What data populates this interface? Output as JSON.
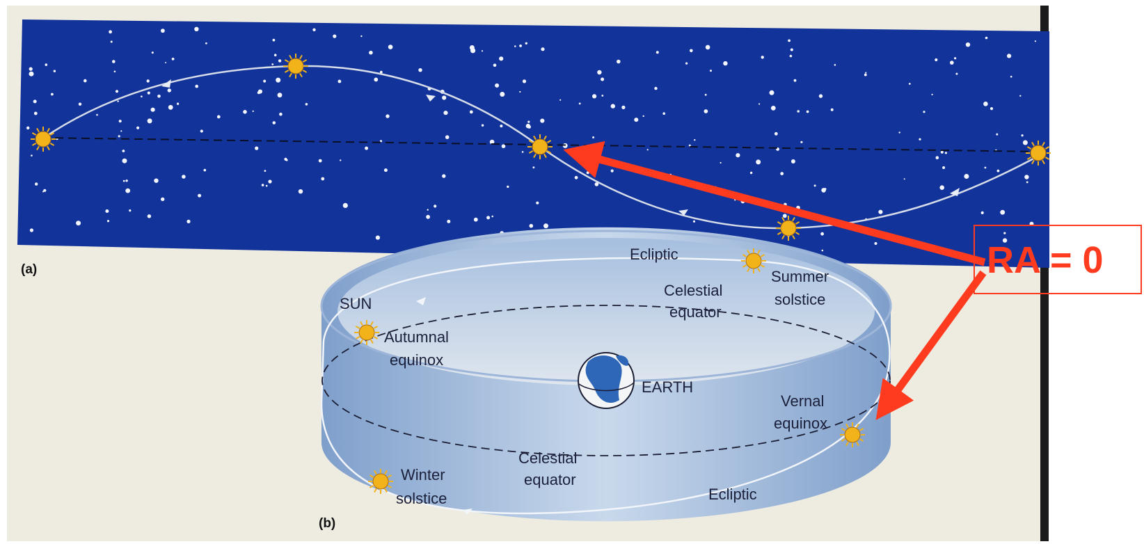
{
  "panel_a": {
    "label": "(a)"
  },
  "panel_b": {
    "label": "(b)",
    "earth_label": "EARTH",
    "sun_label": "SUN",
    "ecliptic_top": "Ecliptic",
    "ecliptic_bottom": "Ecliptic",
    "celestial_equator_back_1": "Celestial",
    "celestial_equator_back_2": "equator",
    "celestial_equator_front_1": "Celestial",
    "celestial_equator_front_2": "equator",
    "summer_solstice_1": "Summer",
    "summer_solstice_2": "solstice",
    "autumnal_equinox_1": "Autumnal",
    "autumnal_equinox_2": "equinox",
    "vernal_equinox_1": "Vernal",
    "vernal_equinox_2": "equinox",
    "winter_solstice_1": "Winter",
    "winter_solstice_2": "solstice"
  },
  "annotation": {
    "text": "RA = 0",
    "color": "#ff3b1f"
  },
  "colors": {
    "sky": "#12339a",
    "page": "#eeebe0",
    "band": "#8eabd2",
    "sun": "#f2b21a"
  }
}
